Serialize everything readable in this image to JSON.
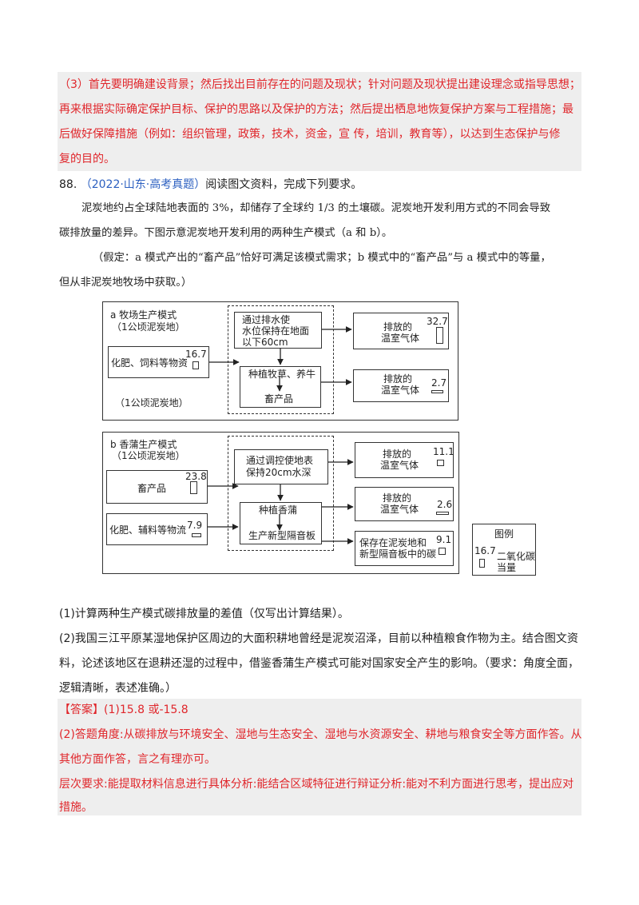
{
  "analysis_box": {
    "lines": [
      "（3）首先要明确建设背景；然后找出目前存在的问题及现状；针对问题及现状提出建设理念或指导思想；",
      "再来根据实际确定保护目标、保护的思路以及保护的方法；然后提出栖息地恢复保护方案与工程措施；最",
      "后做好保障措施（例如：组织管理，政策，技术，资金，宣 传，培训，教育等），以达到生态保护与修",
      "复的目的。"
    ]
  },
  "question": {
    "number": "88.",
    "source": "（2022·山东·高考真题）",
    "prompt": "阅读图文资料，完成下列要求。",
    "passage_lines": [
      "泥炭地约占全球陆地表面的 3%，却储存了全球约 1/3 的土壤碳。泥炭地开发利用方式的不同会导致",
      "碳排放量的差异。下图示意泥炭地开发利用的两种生产模式（a 和 b）。"
    ],
    "assumption_lines": [
      "（假定：a 模式产出的“畜产品”恰好可满足该模式需求；b 模式中的“畜产品”与 a 模式中的等量，",
      "但从非泥炭地牧场中获取。）"
    ]
  },
  "figure": {
    "panel_a": {
      "title": "a 牧场生产模式",
      "subtitle": "（1公顷泥炭地）",
      "footer": "（1公顷泥炭地）",
      "input_label": "化肥、饲料等物资",
      "input_value": "16.7",
      "step1_lines": [
        "通过排水使",
        "水位保持在地面",
        "以下60cm"
      ],
      "step2": "种植牧草、养牛",
      "step3": "畜产品",
      "emission1_lines": [
        "排放的",
        "温室气体"
      ],
      "emission1_value": "32.7",
      "emission2_lines": [
        "排放的",
        "温室气体"
      ],
      "emission2_value": "2.7"
    },
    "panel_b": {
      "title": "b 香蒲生产模式",
      "subtitle": "（1公顷泥炭地）",
      "input1_label": "畜产品",
      "input1_value": "23.8",
      "input2_label": "化肥、辅料等物流",
      "input2_value": "7.9",
      "step1_lines": [
        "通过调控使地表",
        "保持20cm水深"
      ],
      "step2": "种植香蒲",
      "step3": "生产新型隔音板",
      "emission1_lines": [
        "排放的",
        "温室气体"
      ],
      "emission1_value": "11.1",
      "emission2_lines": [
        "排放的",
        "温室气体"
      ],
      "emission2_value": "2.6",
      "storage_lines": [
        "保存在泥炭地和",
        "新型隔音板中的碳"
      ],
      "storage_value": "9.1"
    },
    "legend": {
      "title": "图例",
      "value": "16.7",
      "label_lines": [
        "二氧化碳",
        "当量"
      ]
    },
    "values": {
      "a_input": 16.7,
      "a_emission1": 32.7,
      "a_emission2": 2.7,
      "b_input1": 23.8,
      "b_input2": 7.9,
      "b_emission1": 11.1,
      "b_emission2": 2.6,
      "b_storage": 9.1
    }
  },
  "sub_questions": {
    "q1": "(1)计算两种生产模式碳排放量的差值（仅写出计算结果）。",
    "q2_lines": [
      "(2)我国三江平原某湿地保护区周边的大面积耕地曾经是泥炭沼泽，目前以种植粮食作物为主。结合图文资",
      "料，论述该地区在退耕还湿的过程中，借鉴香蒲生产模式可能对国家安全产生的影响。（要求：角度全面，",
      "逻辑清晰，表述准确。）"
    ]
  },
  "answer": {
    "tag": "【答案】",
    "part1": "(1)15.8 或-15.8",
    "lines": [
      "(2)答题角度:从碳排放与环境安全、湿地与生态安全、湿地与水资源安全、耕地与粮食安全等方面作答。从",
      "其他方面作答，言之有理亦可。",
      "层次要求:能提取材料信息进行具体分析:能结合区域特征进行辩证分析:能对不利方面进行思考，提出应对",
      "措施。"
    ]
  }
}
